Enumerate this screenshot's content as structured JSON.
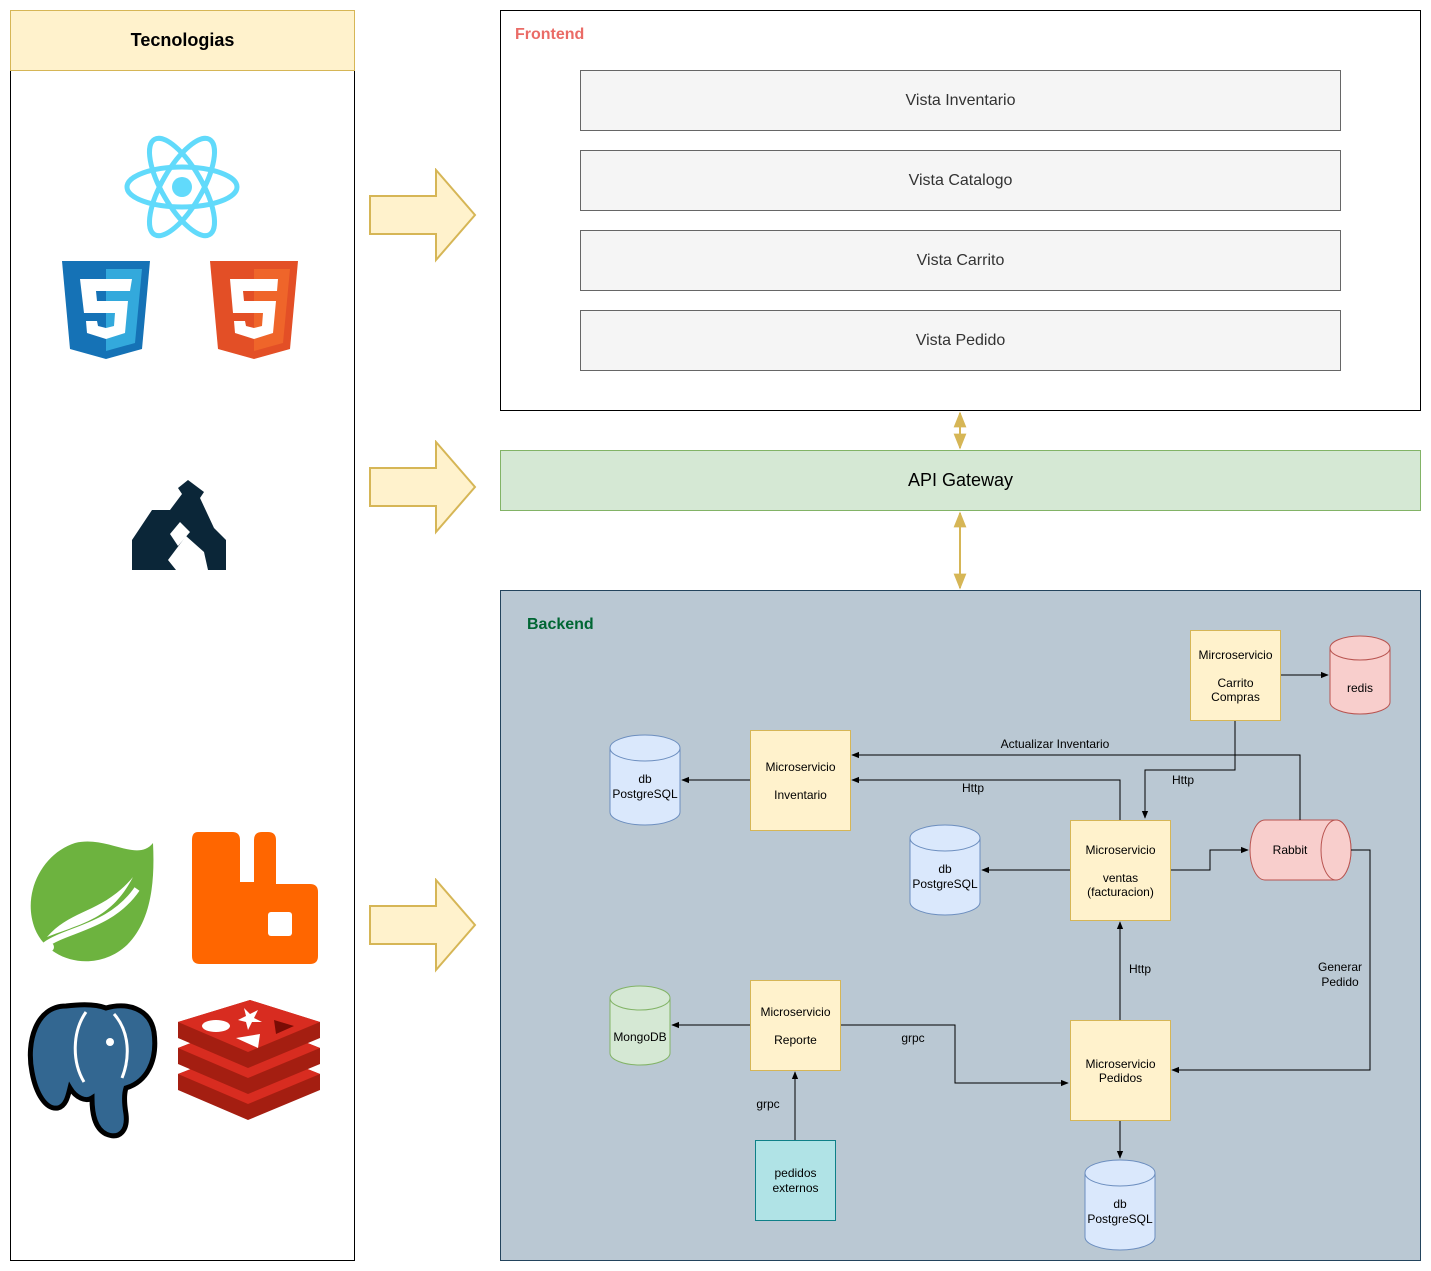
{
  "technologies": {
    "title": "Tecnologias",
    "logos": [
      "react-logo",
      "css3-logo",
      "html5-logo",
      "kong-logo",
      "spring-logo",
      "rabbitmq-logo",
      "postgresql-logo",
      "redis-logo"
    ]
  },
  "frontend": {
    "title": "Frontend",
    "views": [
      "Vista Inventario",
      "Vista Catalogo",
      "Vista Carrito",
      "Vista Pedido"
    ]
  },
  "gateway": {
    "label": "API Gateway"
  },
  "backend": {
    "title": "Backend",
    "services": {
      "carrito": {
        "line1": "Mircroservicio",
        "line2": "Carrito",
        "line3": "Compras"
      },
      "inventario": {
        "line1": "Microservicio",
        "line2": "Inventario"
      },
      "ventas": {
        "line1": "Microservicio",
        "line2": "ventas",
        "line3": "(facturacion)"
      },
      "reporte": {
        "line1": "Microservicio",
        "line2": "Reporte"
      },
      "pedidos": {
        "line1": "Microservicio",
        "line2": "Pedidos"
      }
    },
    "databases": {
      "redis": "redis",
      "inventario_db": {
        "line1": "db",
        "line2": "PostgreSQL"
      },
      "ventas_db": {
        "line1": "db",
        "line2": "PostgreSQL"
      },
      "pedidos_db": {
        "line1": "db",
        "line2": "PostgreSQL"
      },
      "mongo": "MongoDB"
    },
    "queue": "Rabbit",
    "external": {
      "line1": "pedidos",
      "line2": "externos"
    },
    "edge_labels": {
      "actualizar": "Actualizar Inventario",
      "http_carrito": "Http",
      "http_inventario": "Http",
      "http_pedidos": "Http",
      "generar_line1": "Generar",
      "generar_line2": "Pedido",
      "grpc_reporte": "grpc",
      "grpc_externos": "grpc"
    }
  },
  "colors": {
    "service_fill": "#fff2cc",
    "service_border": "#d6b656",
    "db_fill": "#dae8fc",
    "db_border": "#6c8ebf",
    "redis_fill": "#f8cecc",
    "redis_border": "#b85450",
    "mongo_fill": "#d5e8d4",
    "mongo_border": "#82b366",
    "backend_fill": "#bac8d3",
    "gateway_fill": "#d5e8d4",
    "arrow_fill": "#fff2cc"
  }
}
